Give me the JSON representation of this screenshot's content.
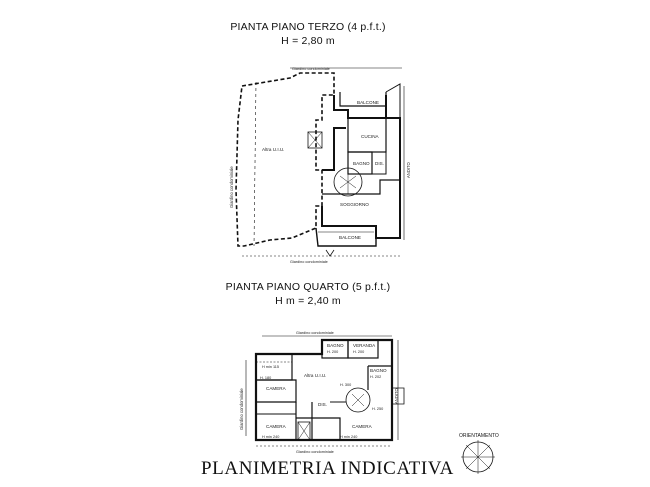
{
  "plan_top": {
    "title": "PIANTA PIANO TERZO (4 p.f.t.)",
    "height": "H = 2,80 m",
    "labels": {
      "courtyard_top": "Giardino condominiale",
      "courtyard_bottom": "Giardino condominiale",
      "courtyard_left": "Giardino condominiale",
      "other_unit": "Altra U.I.U.",
      "balcony_top": "BALCONE",
      "kitchen": "CUCINA",
      "bathroom": "BAGNO",
      "closet": "DIS.",
      "living": "SOGGIORNO",
      "balcony_bottom": "BALCONE",
      "side": "ANDITO"
    }
  },
  "plan_bottom": {
    "title": "PIANTA PIANO QUARTO (5 p.f.t.)",
    "height": "H m = 2,40 m",
    "labels": {
      "courtyard_top": "Giardino condominiale",
      "courtyard_bottom": "Giardino condominiale",
      "courtyard_left": "Giardino condominiale",
      "bathroom1": "BAGNO",
      "bathroom1_h": "H. 200",
      "veranda": "VERANDA",
      "veranda_h": "H. 200",
      "attic": "H min 115",
      "attic_h": "H. 180",
      "other_unit": "Altra U.I.U.",
      "room1": "CAMERA",
      "h300": "H. 300",
      "bathroom2": "BAGNO",
      "bathroom2_h": "H. 202",
      "closet": "DIS.",
      "room2": "CAMERA",
      "room3": "CAMERA",
      "h250": "H. 250",
      "hmin_left": "H min 240",
      "hmin_right": "H min 240",
      "side": "ANDITO"
    }
  },
  "orientation_label": "ORIENTAMENTO",
  "footer": "PLANIMETRIA INDICATIVA"
}
